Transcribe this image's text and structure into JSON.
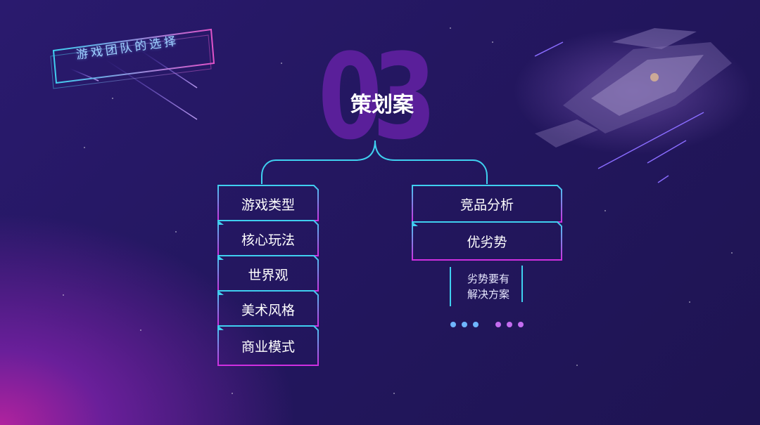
{
  "badge": {
    "text": "游戏团队的选择"
  },
  "section": {
    "number": "03",
    "heading": "策划案"
  },
  "left_items": [
    "游戏类型",
    "核心玩法",
    "世界观",
    "美术风格",
    "商业模式"
  ],
  "right_items": [
    "竞品分析",
    "优劣势"
  ],
  "note": {
    "line1": "劣势要有",
    "line2": "解决方案"
  },
  "colors": {
    "cyan": "#3fd0f0",
    "magenta": "#d02ee0",
    "dot_blue": "#6fb6ff",
    "dot_purple": "#c46cf0",
    "number": "#5a1f9a"
  },
  "icons": {
    "decor": "spaceship-illustration"
  }
}
